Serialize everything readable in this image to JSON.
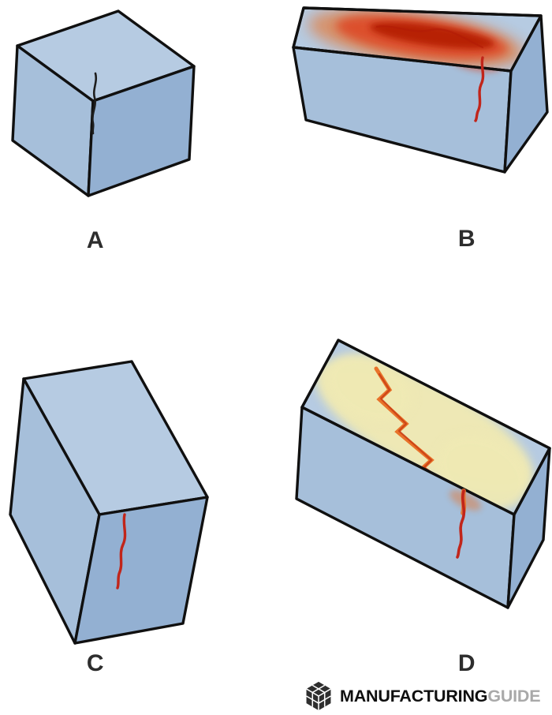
{
  "diagram": {
    "blocks": [
      {
        "id": "A",
        "label": "A"
      },
      {
        "id": "B",
        "label": "B"
      },
      {
        "id": "C",
        "label": "C"
      },
      {
        "id": "D",
        "label": "D"
      }
    ],
    "colors": {
      "block_top": "#b6cbe2",
      "block_front": "#a6bfda",
      "block_side": "#93b0d2",
      "outline": "#101010",
      "crack_dark": "#1e1e1e",
      "crack_red": "#c1251a",
      "penetrant_red": "#dd4420",
      "penetrant_deep": "#b31a06",
      "penetrant_orange": "#e8722a",
      "developer_yellow": "#efe9b4",
      "label": "#2d2d2d"
    }
  },
  "logo": {
    "name_bold": "MANUFACTURING",
    "name_light": "GUIDE",
    "icon_color": "#2e2e2e",
    "dark": "#0f0f0f",
    "gray": "#a9a9a9"
  }
}
